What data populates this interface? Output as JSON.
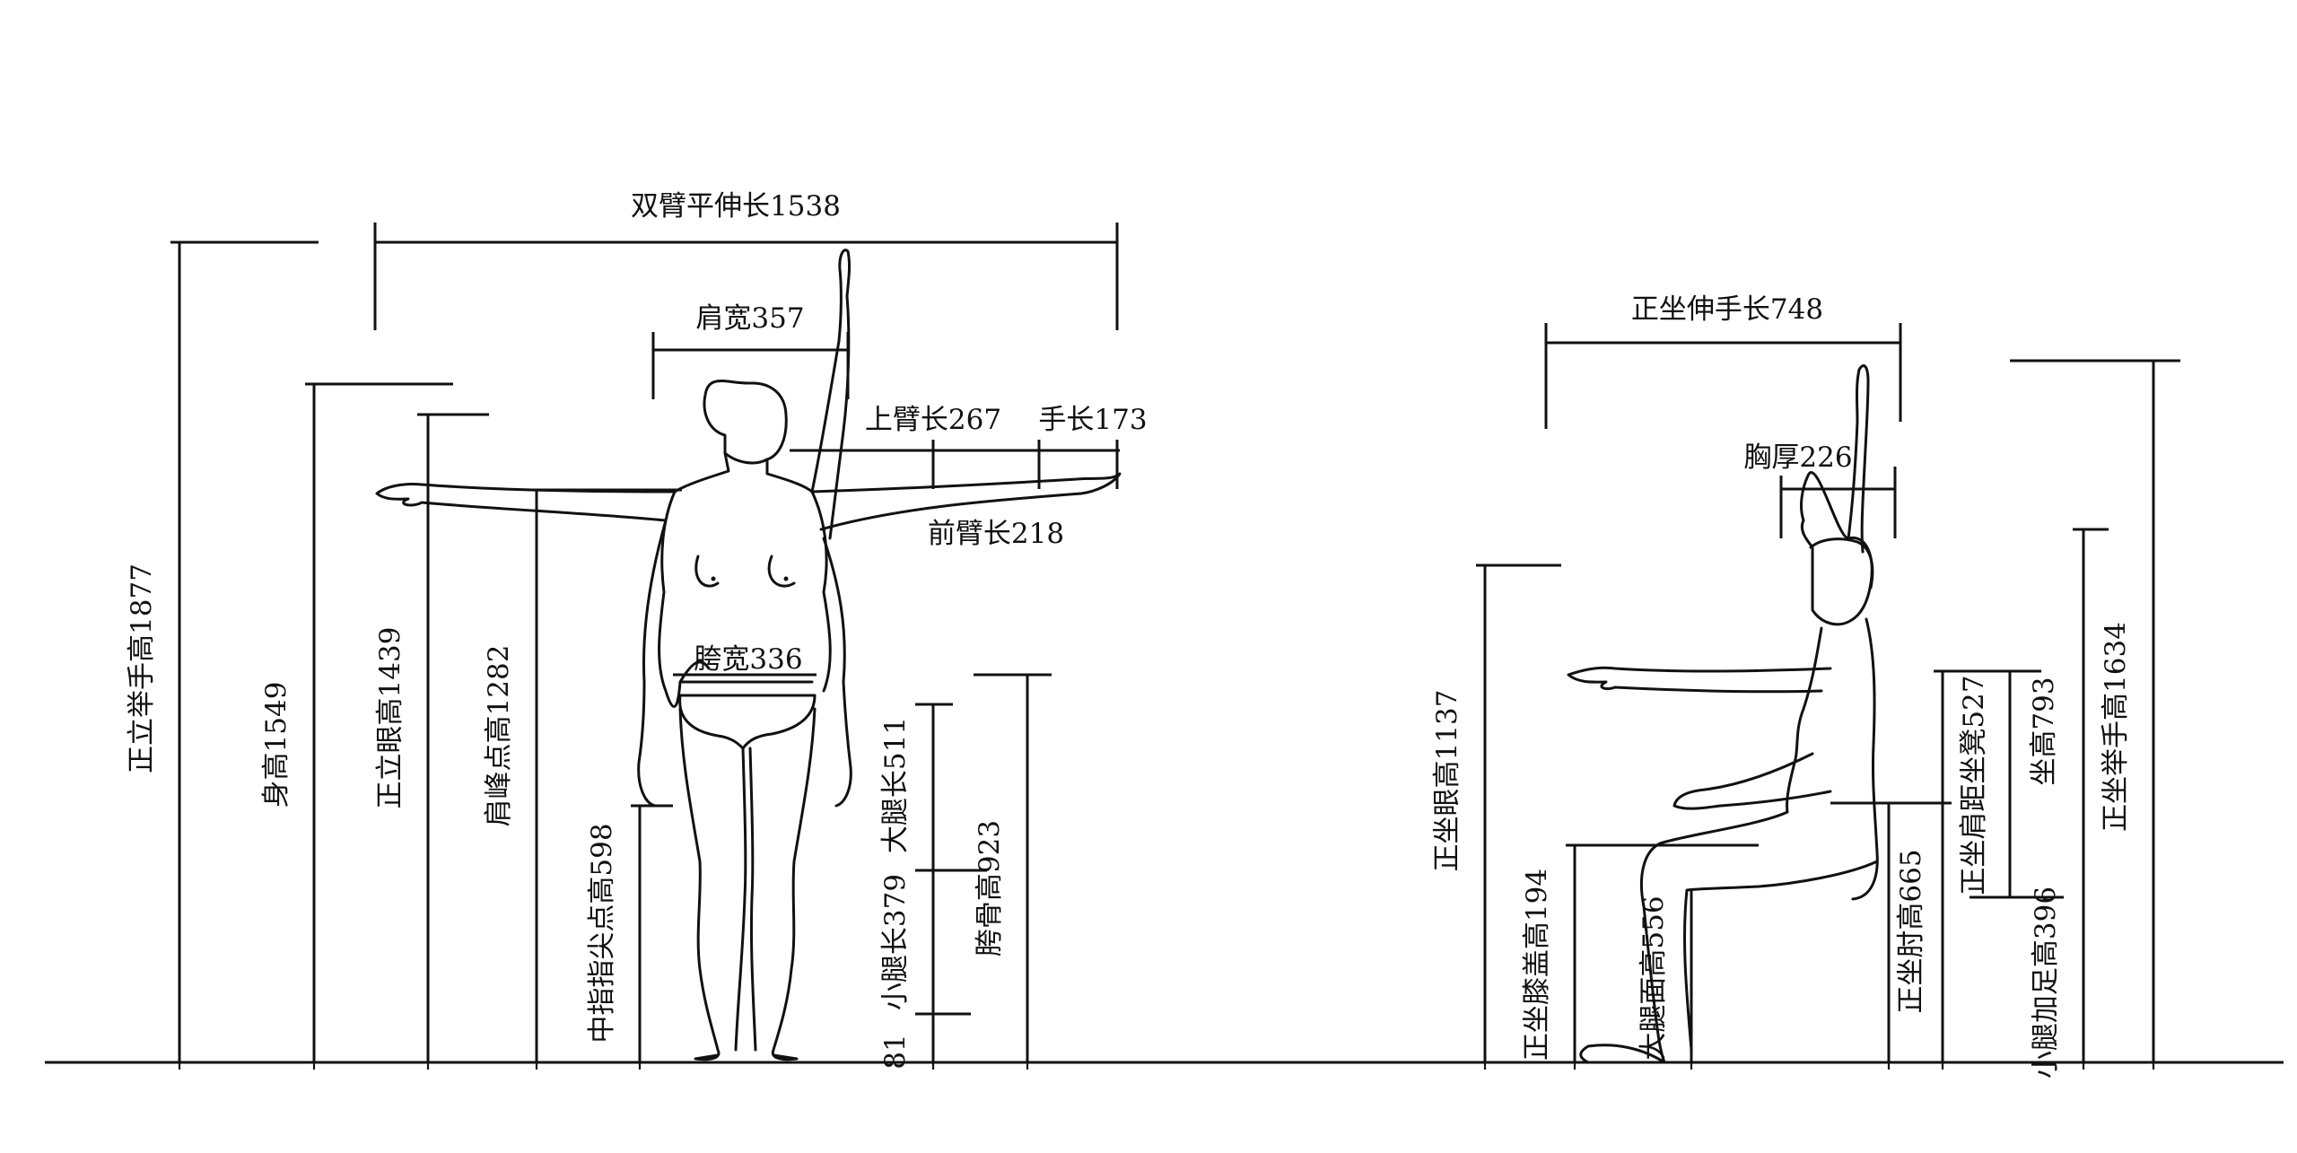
{
  "labels": {
    "arm_span": "双臂平伸长1538",
    "shoulder_width": "肩宽357",
    "upper_arm": "上臂长267",
    "hand_length": "手长173",
    "forearm": "前臂长218",
    "hip_width": "胯宽336",
    "standing_reach": "正立举手高1877",
    "height": "身高1549",
    "standing_eye": "正立眼高1439",
    "acromion": "肩峰点高1282",
    "fingertip": "中指指尖点高598",
    "thigh": "大腿长511",
    "calf": "小腿长379",
    "hip_bone": "胯骨高923",
    "ankle": "81",
    "seated_reach_fwd": "正坐伸手长748",
    "chest_depth": "胸厚226",
    "seated_eye": "正坐眼高1137",
    "seated_knee": "正坐膝盖高194",
    "thigh_surface": "大腿面高556",
    "seated_elbow": "正坐肘高665",
    "seated_shoulder": "正坐肩距坐凳527",
    "sitting_height": "坐高793",
    "seated_reach_up": "正坐举手高1634",
    "leg_foot": "小腿加足高396"
  }
}
